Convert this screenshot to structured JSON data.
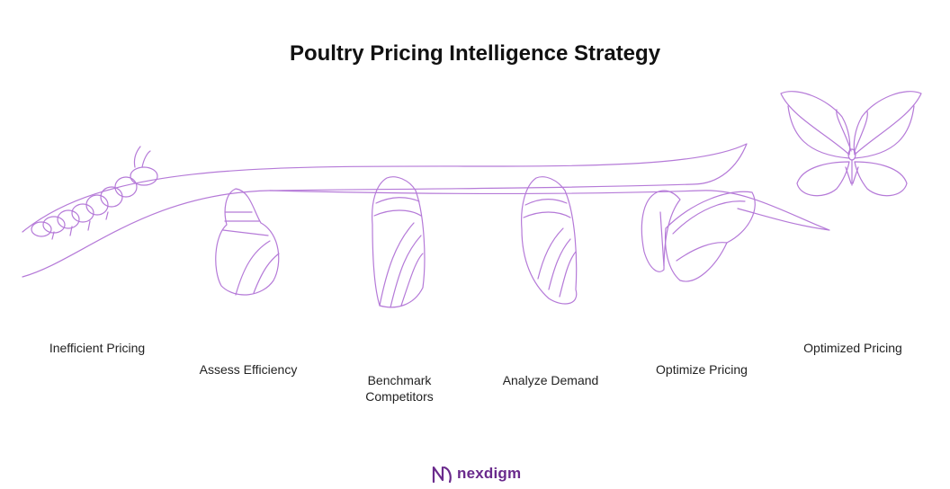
{
  "title": "Poultry Pricing Intelligence Strategy",
  "stages": [
    {
      "label": "Inefficient Pricing",
      "icon": "caterpillar-icon"
    },
    {
      "label": "Assess Efficiency",
      "icon": "early-pupa-icon"
    },
    {
      "label": "Benchmark Competitors",
      "icon": "chrysalis-icon"
    },
    {
      "label": "Analyze Demand",
      "icon": "mature-chrysalis-icon"
    },
    {
      "label": "Optimize Pricing",
      "icon": "emerging-butterfly-icon"
    },
    {
      "label": "Optimized Pricing",
      "icon": "butterfly-icon"
    }
  ],
  "brand": {
    "name": "nexdigm"
  },
  "colors": {
    "stroke": "#b57ad8",
    "title": "#111111",
    "brand": "#6a2a8c"
  }
}
